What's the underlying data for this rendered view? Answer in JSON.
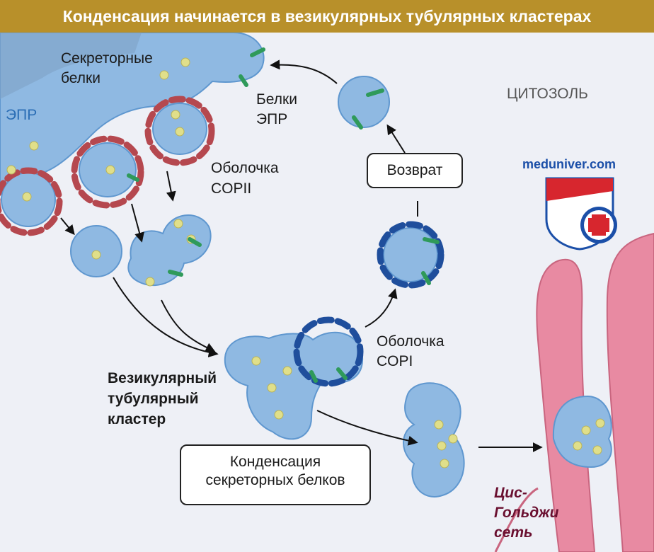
{
  "title": "Конденсация начинается в везикулярных тубулярных кластерах",
  "labels": {
    "secretory_proteins_1": "Секреторные",
    "secretory_proteins_2": "белки",
    "er": "ЭПР",
    "er_proteins_1": "Белки",
    "er_proteins_2": "ЭПР",
    "cytosol": "ЦИТОЗОЛЬ",
    "copii_1": "Оболочка",
    "copii_2": "COPII",
    "copi_1": "Оболочка",
    "copi_2": "COPI",
    "vtc_1": "Везикулярный",
    "vtc_2": "тубулярный",
    "vtc_3": "кластер",
    "cis_golgi_1": "Цис-",
    "cis_golgi_2": "Гольджи",
    "cis_golgi_3": "сеть"
  },
  "boxes": {
    "return": "Возврат",
    "condensation_1": "Конденсация",
    "condensation_2": "секреторных белков"
  },
  "watermark": "meduniver.com",
  "colors": {
    "title_bg": "#b8902a",
    "membrane": "#8fb9e2",
    "membrane_edge": "#5f97cf",
    "copii_coat": "#b5484f",
    "copi_coat": "#1f4e9c",
    "cargo": "#e0df8a",
    "er_protein": "#2f9a5a",
    "golgi": "#e88aa2"
  }
}
